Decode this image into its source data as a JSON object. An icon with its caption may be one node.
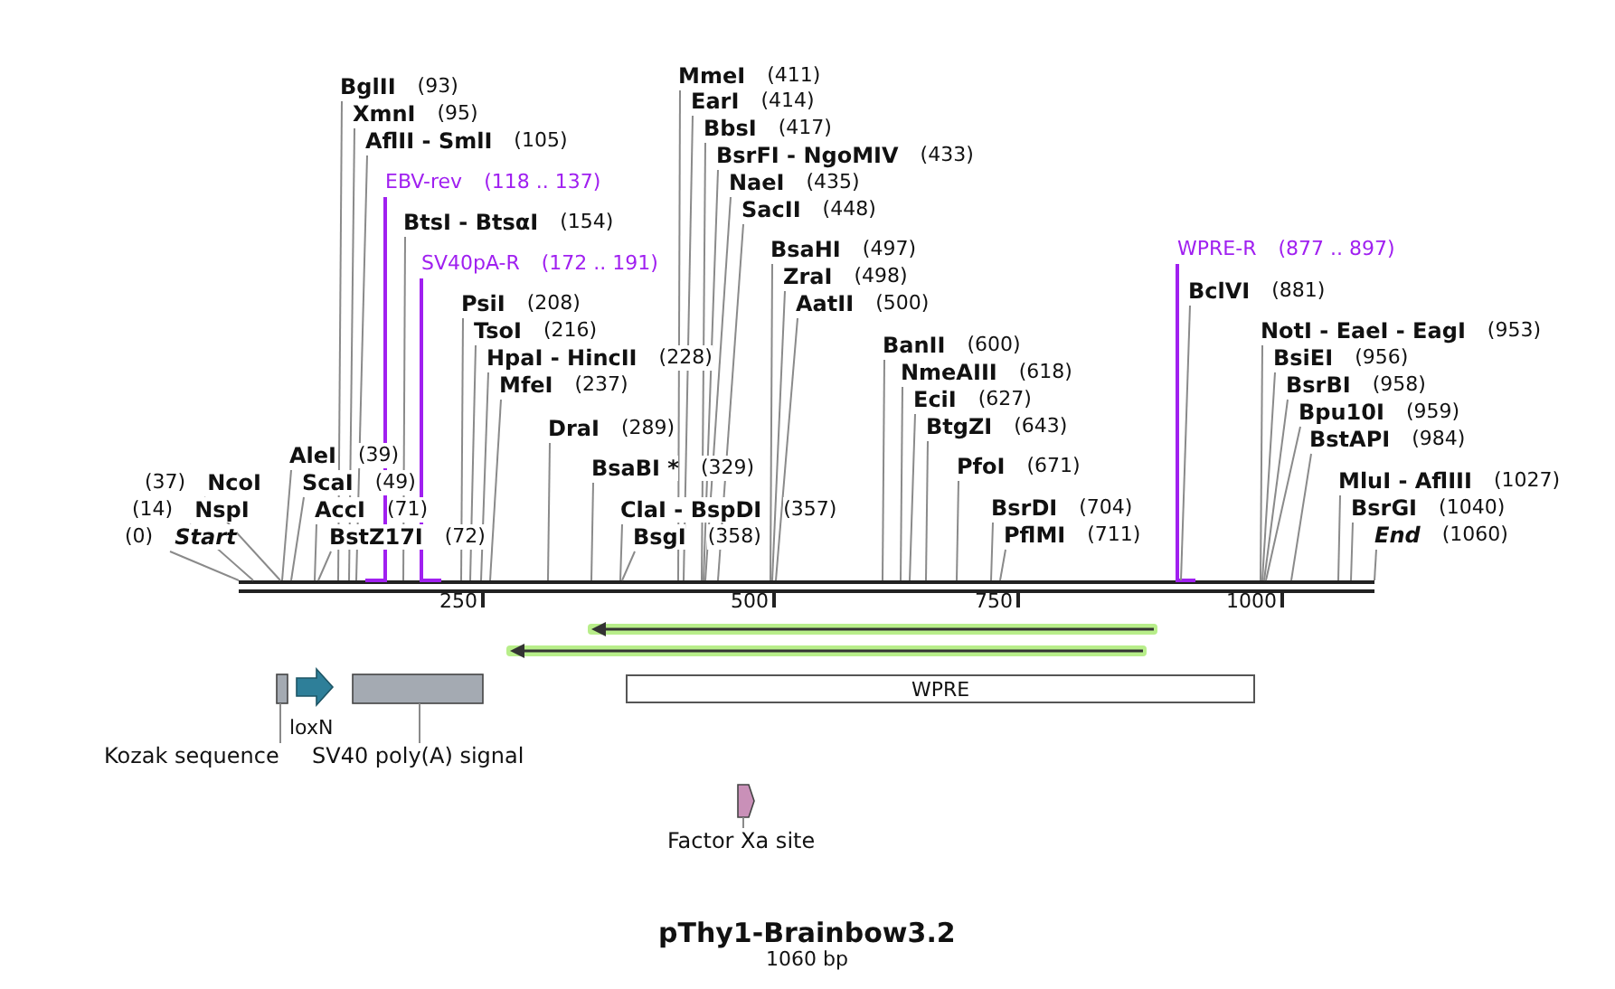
{
  "diagram": {
    "title": "pThy1-Brainbow3.2",
    "caption": "1060 bp",
    "nodes": [
      {
        "text": [
          "(0)",
          "Start"
        ]
      },
      {
        "text": [
          "(14)",
          "NspI"
        ]
      },
      {
        "text": [
          "(37)",
          "NcoI"
        ]
      },
      {
        "text": [
          "AleI",
          "(39)"
        ]
      },
      {
        "text": [
          "ScaI",
          "(49)"
        ]
      },
      {
        "text": [
          "AccI",
          "(71)"
        ]
      },
      {
        "text": [
          "BstZ17I",
          "(72)"
        ]
      },
      {
        "text": [
          "BglII",
          "(93)"
        ]
      },
      {
        "text": [
          "XmnI",
          "(95)"
        ]
      },
      {
        "text": [
          "AflII - SmlI",
          "(105)"
        ]
      },
      {
        "text": [
          "EBV-rev",
          "(118 .. 137)"
        ]
      },
      {
        "text": [
          "BtsI - BtsαI",
          "(154)"
        ]
      },
      {
        "text": [
          "SV40pA-R",
          "(172 .. 191)"
        ]
      },
      {
        "text": [
          "PsiI",
          "(208)"
        ]
      },
      {
        "text": [
          "TsoI",
          "(216)"
        ]
      },
      {
        "text": [
          "HpaI - HincII",
          "(228)"
        ]
      },
      {
        "text": [
          "MfeI",
          "(237)"
        ]
      },
      {
        "text": [
          "DraI",
          "(289)"
        ]
      },
      {
        "text": [
          "BsaBI *",
          "(329)"
        ]
      },
      {
        "text": [
          "ClaI - BspDI",
          "(357)"
        ]
      },
      {
        "text": [
          "BsgI",
          "(358)"
        ]
      },
      {
        "text": [
          "MmeI",
          "(411)"
        ]
      },
      {
        "text": [
          "EarI",
          "(414)"
        ]
      },
      {
        "text": [
          "BbsI",
          "(417)"
        ]
      },
      {
        "text": [
          "BsrFI - NgoMIV",
          "(433)"
        ]
      },
      {
        "text": [
          "NaeI",
          "(435)"
        ]
      },
      {
        "text": [
          "SacII",
          "(448)"
        ]
      },
      {
        "text": [
          "BsaHI",
          "(497)"
        ]
      },
      {
        "text": [
          "ZraI",
          "(498)"
        ]
      },
      {
        "text": [
          "AatII",
          "(500)"
        ]
      },
      {
        "text": [
          "BanII",
          "(600)"
        ]
      },
      {
        "text": [
          "NmeAIII",
          "(618)"
        ]
      },
      {
        "text": [
          "EciI",
          "(627)"
        ]
      },
      {
        "text": [
          "BtgZI",
          "(643)"
        ]
      },
      {
        "text": [
          "PfoI",
          "(671)"
        ]
      },
      {
        "text": [
          "BsrDI",
          "(704)"
        ]
      },
      {
        "text": [
          "PflMI",
          "(711)"
        ]
      },
      {
        "text": [
          "WPRE-R",
          "(877 .. 897)"
        ]
      },
      {
        "text": [
          "BclVI",
          "(881)"
        ]
      },
      {
        "text": [
          "NotI - EaeI - EagI",
          "(953)"
        ]
      },
      {
        "text": [
          "BsiEI",
          "(956)"
        ]
      },
      {
        "text": [
          "BsrBI",
          "(958)"
        ]
      },
      {
        "text": [
          "Bpu10I",
          "(959)"
        ]
      },
      {
        "text": [
          "BstAPI",
          "(984)"
        ]
      },
      {
        "text": [
          "MluI - AflIII",
          "(1027)"
        ]
      },
      {
        "text": [
          "BsrGI",
          "(1040)"
        ]
      },
      {
        "text": [
          "End",
          "(1060)"
        ]
      },
      {
        "text": [],
        "shape": "bar"
      },
      {
        "text": [],
        "shape": "arrow"
      },
      {
        "text": [],
        "shape": "arrow"
      },
      {
        "text": [],
        "shape": "box"
      },
      {
        "text": [],
        "shape": "arrow",
        "beside": [
          "loxN"
        ]
      },
      {
        "text": [],
        "shape": "box"
      },
      {
        "text": [
          "WPRE"
        ]
      },
      {
        "text": [],
        "shape": "box"
      },
      {
        "text": [
          "Kozak sequence"
        ]
      },
      {
        "text": [
          "SV40 poly(A) signal"
        ]
      },
      {
        "text": [
          "Factor Xa site"
        ]
      }
    ],
    "edges": [
      {
        "from": 0,
        "to": 47,
        "arrow": "none"
      },
      {
        "from": 1,
        "to": 47,
        "arrow": "none"
      },
      {
        "from": 2,
        "to": 47,
        "arrow": "none"
      },
      {
        "from": 3,
        "to": 47,
        "arrow": "none"
      },
      {
        "from": 4,
        "to": 47,
        "arrow": "none"
      },
      {
        "from": 5,
        "to": 47,
        "arrow": "none"
      },
      {
        "from": 6,
        "to": 47,
        "arrow": "none"
      },
      {
        "from": 7,
        "to": 47,
        "arrow": "none"
      },
      {
        "from": 8,
        "to": 47,
        "arrow": "none"
      },
      {
        "from": 9,
        "to": 47,
        "arrow": "none"
      },
      {
        "from": 10,
        "to": 47,
        "arrow": "none",
        "color": "#a020f0"
      },
      {
        "from": 11,
        "to": 47,
        "arrow": "none"
      },
      {
        "from": 12,
        "to": 47,
        "arrow": "none",
        "color": "#a020f0"
      },
      {
        "from": 13,
        "to": 47,
        "arrow": "none"
      },
      {
        "from": 14,
        "to": 47,
        "arrow": "none"
      },
      {
        "from": 15,
        "to": 47,
        "arrow": "none"
      },
      {
        "from": 16,
        "to": 47,
        "arrow": "none"
      },
      {
        "from": 17,
        "to": 47,
        "arrow": "none"
      },
      {
        "from": 18,
        "to": 47,
        "arrow": "none"
      },
      {
        "from": 19,
        "to": 47,
        "arrow": "none"
      },
      {
        "from": 20,
        "to": 47,
        "arrow": "none"
      },
      {
        "from": 21,
        "to": 47,
        "arrow": "none"
      },
      {
        "from": 22,
        "to": 47,
        "arrow": "none"
      },
      {
        "from": 23,
        "to": 47,
        "arrow": "none"
      },
      {
        "from": 24,
        "to": 47,
        "arrow": "none"
      },
      {
        "from": 25,
        "to": 47,
        "arrow": "none"
      },
      {
        "from": 26,
        "to": 47,
        "arrow": "none"
      },
      {
        "from": 27,
        "to": 47,
        "arrow": "none"
      },
      {
        "from": 28,
        "to": 47,
        "arrow": "none"
      },
      {
        "from": 29,
        "to": 47,
        "arrow": "none"
      },
      {
        "from": 30,
        "to": 47,
        "arrow": "none"
      },
      {
        "from": 31,
        "to": 47,
        "arrow": "none"
      },
      {
        "from": 32,
        "to": 47,
        "arrow": "none"
      },
      {
        "from": 33,
        "to": 47,
        "arrow": "none"
      },
      {
        "from": 34,
        "to": 47,
        "arrow": "none"
      },
      {
        "from": 35,
        "to": 47,
        "arrow": "none"
      },
      {
        "from": 36,
        "to": 47,
        "arrow": "none"
      },
      {
        "from": 37,
        "to": 47,
        "arrow": "none",
        "color": "#a020f0"
      },
      {
        "from": 38,
        "to": 47,
        "arrow": "none"
      },
      {
        "from": 39,
        "to": 47,
        "arrow": "none"
      },
      {
        "from": 40,
        "to": 47,
        "arrow": "none"
      },
      {
        "from": 41,
        "to": 47,
        "arrow": "none"
      },
      {
        "from": 42,
        "to": 47,
        "arrow": "none"
      },
      {
        "from": 43,
        "to": 47,
        "arrow": "none"
      },
      {
        "from": 44,
        "to": 47,
        "arrow": "none"
      },
      {
        "from": 45,
        "to": 47,
        "arrow": "none"
      },
      {
        "from": 46,
        "to": 47,
        "arrow": "none"
      },
      {
        "from": 55,
        "to": 50,
        "arrow": "none"
      },
      {
        "from": 56,
        "to": 52,
        "arrow": "none"
      },
      {
        "from": 57,
        "to": 54,
        "arrow": "none"
      }
    ],
    "labels": [
      "250",
      "500",
      "750",
      "1000"
    ]
  }
}
